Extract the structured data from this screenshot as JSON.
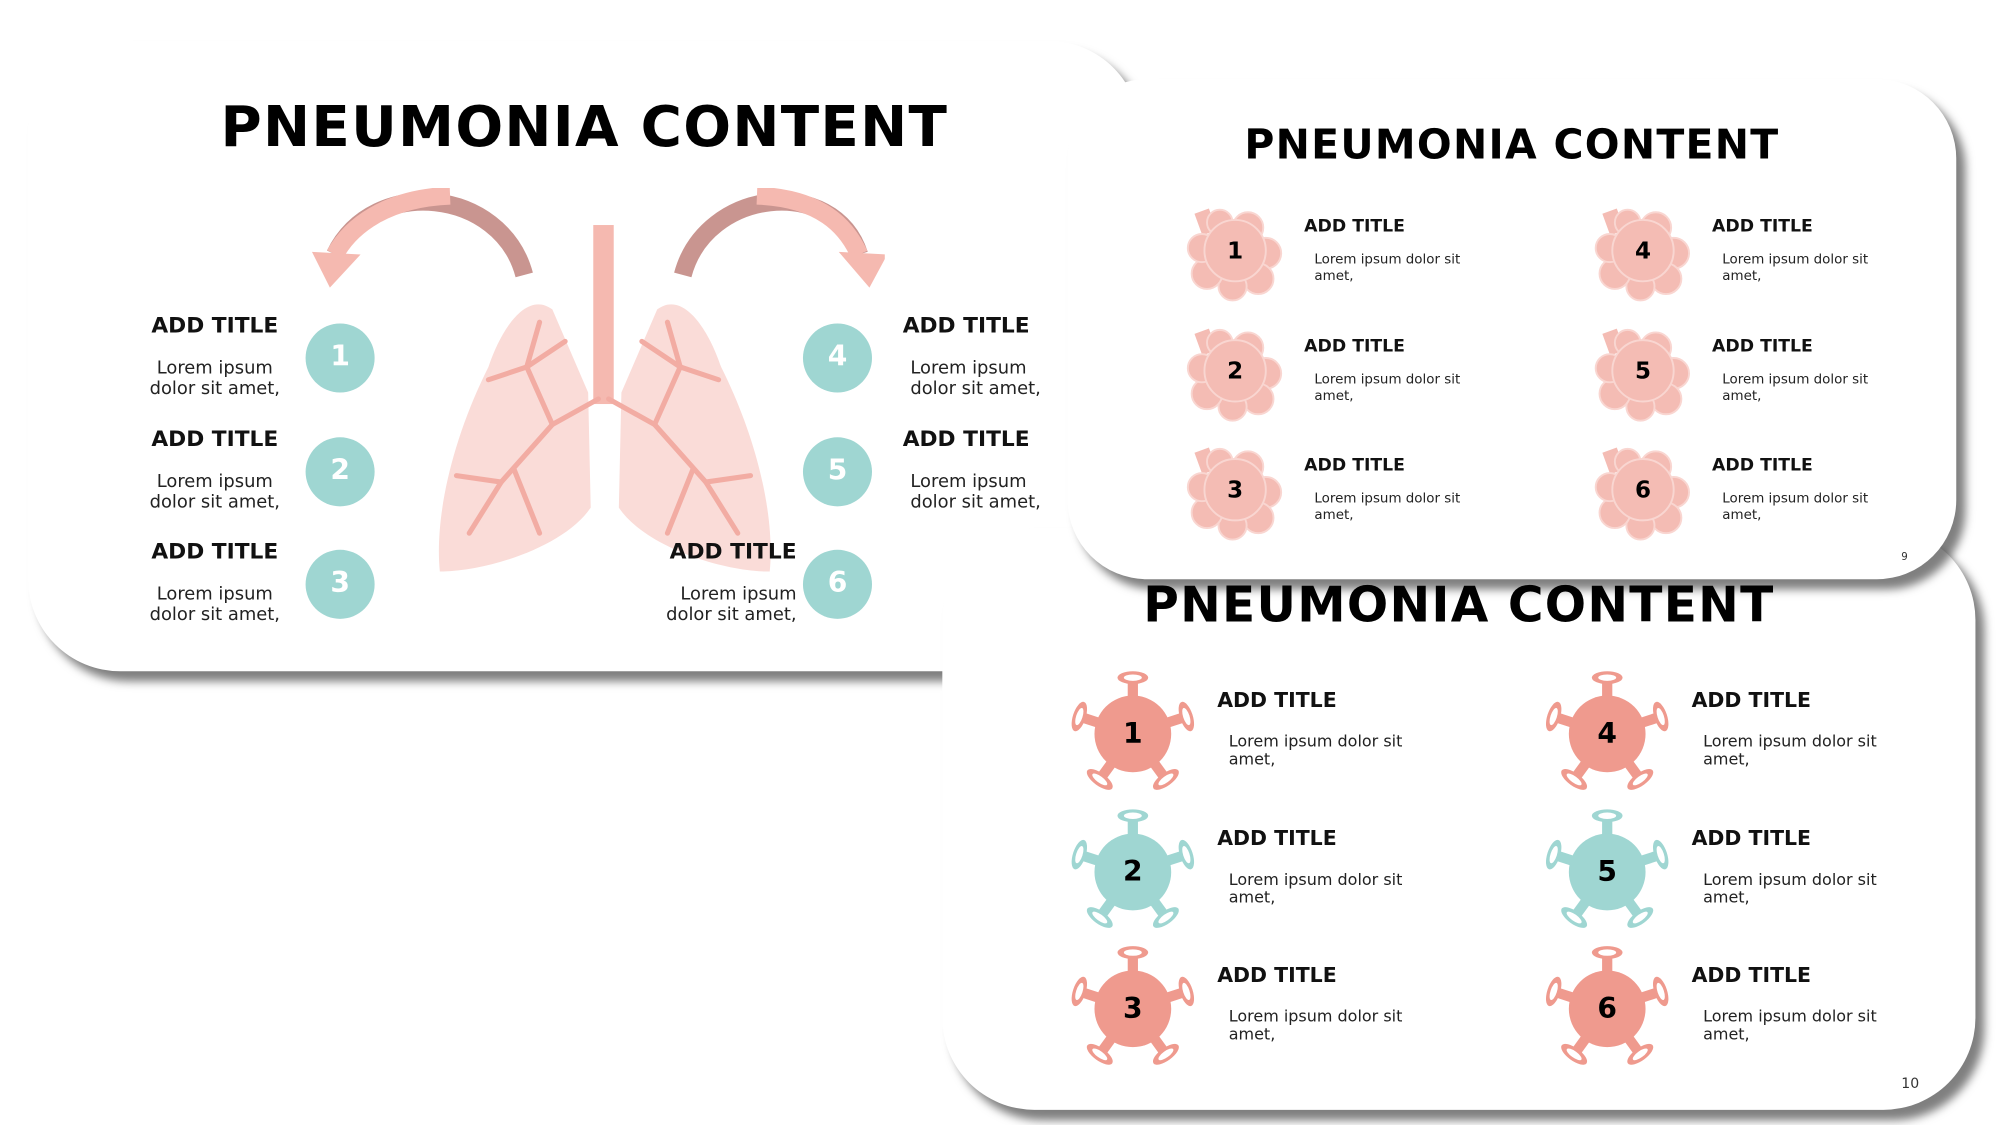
{
  "colors": {
    "teal": "#9fd6d2",
    "pink": "#ef9a8e",
    "blob_pink": "#f4bcb4",
    "lung_pink": "#fadcd8",
    "lung_branch": "#f2aca3",
    "arrow_dark": "#c99590"
  },
  "slides": [
    {
      "title": "PNEUMONIA CONTENT",
      "icon": "lungs-icon",
      "items": [
        {
          "num": "1",
          "title": "ADD TITLE",
          "line1": "Lorem ipsum",
          "line2": "dolor sit amet,"
        },
        {
          "num": "2",
          "title": "ADD TITLE",
          "line1": "Lorem ipsum",
          "line2": "dolor sit amet,"
        },
        {
          "num": "3",
          "title": "ADD TITLE",
          "line1": "Lorem ipsum",
          "line2": "dolor sit amet,"
        },
        {
          "num": "4",
          "title": "ADD TITLE",
          "line1": "Lorem ipsum",
          "line2": "dolor sit amet,"
        },
        {
          "num": "5",
          "title": "ADD TITLE",
          "line1": "Lorem ipsum",
          "line2": "dolor sit amet,"
        },
        {
          "num": "6",
          "title": "ADD TITLE",
          "line1": "Lorem ipsum",
          "line2": "dolor sit amet,"
        }
      ]
    },
    {
      "title": "PNEUMONIA CONTENT",
      "page": "10",
      "items": [
        {
          "num": "1",
          "title": "ADD TITLE",
          "line1": "Lorem ipsum dolor sit",
          "line2": "amet,",
          "color": "pink"
        },
        {
          "num": "2",
          "title": "ADD TITLE",
          "line1": "Lorem ipsum dolor sit",
          "line2": "amet,",
          "color": "teal"
        },
        {
          "num": "3",
          "title": "ADD TITLE",
          "line1": "Lorem ipsum dolor sit",
          "line2": "amet,",
          "color": "pink"
        },
        {
          "num": "4",
          "title": "ADD TITLE",
          "line1": "Lorem ipsum dolor sit",
          "line2": "amet,",
          "color": "pink"
        },
        {
          "num": "5",
          "title": "ADD TITLE",
          "line1": "Lorem ipsum dolor sit",
          "line2": "amet,",
          "color": "teal"
        },
        {
          "num": "6",
          "title": "ADD TITLE",
          "line1": "Lorem ipsum dolor sit",
          "line2": "amet,",
          "color": "pink"
        }
      ]
    },
    {
      "title": "PNEUMONIA CONTENT",
      "page": "9",
      "items": [
        {
          "num": "1",
          "title": "ADD TITLE",
          "line1": "Lorem ipsum dolor sit",
          "line2": "amet,"
        },
        {
          "num": "2",
          "title": "ADD TITLE",
          "line1": "Lorem ipsum dolor sit",
          "line2": "amet,"
        },
        {
          "num": "3",
          "title": "ADD TITLE",
          "line1": "Lorem ipsum dolor sit",
          "line2": "amet,"
        },
        {
          "num": "4",
          "title": "ADD TITLE",
          "line1": "Lorem ipsum dolor sit",
          "line2": "amet,"
        },
        {
          "num": "5",
          "title": "ADD TITLE",
          "line1": "Lorem ipsum dolor sit",
          "line2": "amet,"
        },
        {
          "num": "6",
          "title": "ADD TITLE",
          "line1": "Lorem ipsum dolor sit",
          "line2": "amet,"
        }
      ]
    }
  ]
}
